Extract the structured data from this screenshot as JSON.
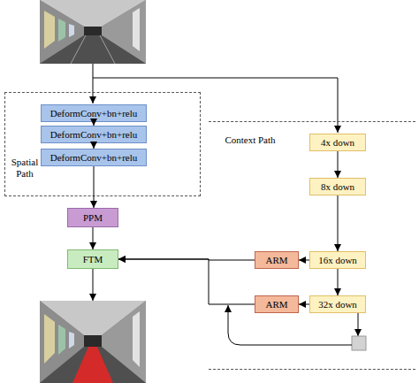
{
  "diagram": {
    "nodes": [
      {
        "text": [
          "Spatial Path"
        ]
      },
      {
        "text": [
          "DeformConv+bn+relu"
        ],
        "in": 0
      },
      {
        "text": [
          "DeformConv+bn+relu"
        ],
        "in": 0
      },
      {
        "text": [
          "DeformConv+bn+relu"
        ],
        "in": 0
      },
      {
        "text": [
          "Context Path"
        ]
      },
      {
        "text": [
          "4x down"
        ],
        "in": 4
      },
      {
        "text": [
          "8x down"
        ],
        "in": 4
      },
      {
        "text": [
          "PPM"
        ]
      },
      {
        "text": [
          "FTM"
        ]
      },
      {
        "text": [
          "ARM"
        ],
        "in": 4
      },
      {
        "text": [
          "16x down"
        ],
        "in": 4
      },
      {
        "text": [
          "ARM"
        ],
        "in": 4
      },
      {
        "text": [
          "32x down"
        ],
        "in": 4
      }
    ],
    "edges": [
      {
        "from": 1,
        "to": 2,
        "arrow": "to"
      },
      {
        "from": 2,
        "to": 3,
        "arrow": "to"
      },
      {
        "from": 3,
        "to": 7,
        "arrow": "to"
      },
      {
        "from": 7,
        "to": 8,
        "arrow": "to"
      },
      {
        "from": 5,
        "to": 6,
        "arrow": "to"
      },
      {
        "from": 6,
        "to": 10,
        "arrow": "to"
      },
      {
        "from": 10,
        "to": 12,
        "arrow": "to"
      },
      {
        "from": 10,
        "to": 9,
        "arrow": "to"
      },
      {
        "from": 9,
        "to": 8,
        "arrow": "to"
      },
      {
        "from": 11,
        "to": 8,
        "arrow": "to"
      },
      {
        "from": 12,
        "to": 11,
        "arrow": "to"
      }
    ]
  }
}
